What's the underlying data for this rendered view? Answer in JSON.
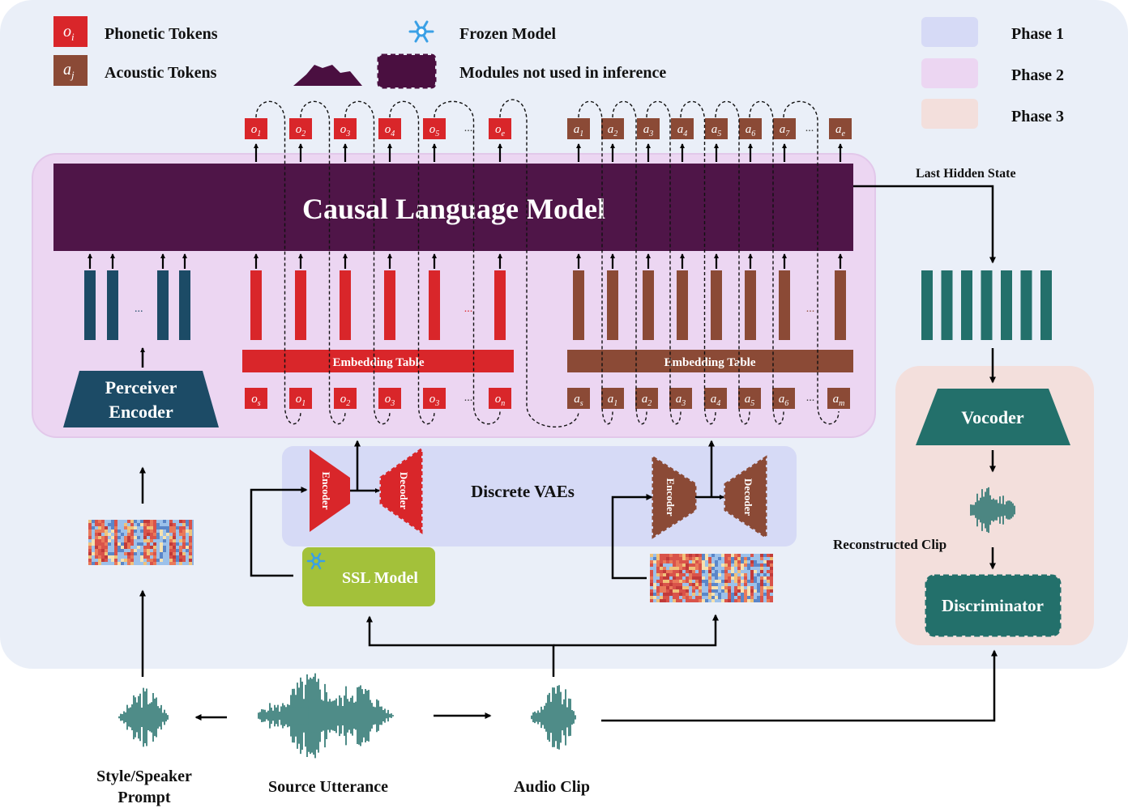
{
  "legend": {
    "phonetic_symbol": "o",
    "phonetic_sub": "i",
    "phonetic_label": "Phonetic Tokens",
    "acoustic_symbol": "a",
    "acoustic_sub": "j",
    "acoustic_label": "Acoustic Tokens",
    "frozen_label": "Frozen Model",
    "not_used_label": "Modules not used in inference",
    "phases": [
      "Phase 1",
      "Phase 2",
      "Phase 3"
    ]
  },
  "colors": {
    "phase1": "#d6daf6",
    "phase2": "#ecd6f2",
    "phase3": "#f3dfdc",
    "background": "#eaeff8",
    "phonetic": "#d9262a",
    "acoustic": "#8b4a36",
    "lm": "#4f1548",
    "perceiver": "#1c4b66",
    "teal": "#23706b",
    "ssl": "#a3c13a"
  },
  "lm": {
    "title": "Causal Language Model"
  },
  "last_hidden_state": "Last Hidden State",
  "perceiver": {
    "line1": "Perceiver",
    "line2": "Encoder"
  },
  "embedding_tables": [
    "Embedding Table",
    "Embedding Table"
  ],
  "output_tokens": {
    "phonetic": [
      {
        "base": "o",
        "sub": "1"
      },
      {
        "base": "o",
        "sub": "2"
      },
      {
        "base": "o",
        "sub": "3"
      },
      {
        "base": "o",
        "sub": "4"
      },
      {
        "base": "o",
        "sub": "5"
      },
      {
        "base": "o",
        "sub": "e"
      }
    ],
    "acoustic": [
      {
        "base": "a",
        "sub": "1"
      },
      {
        "base": "a",
        "sub": "2"
      },
      {
        "base": "a",
        "sub": "3"
      },
      {
        "base": "a",
        "sub": "4"
      },
      {
        "base": "a",
        "sub": "5"
      },
      {
        "base": "a",
        "sub": "6"
      },
      {
        "base": "a",
        "sub": "7"
      },
      {
        "base": "a",
        "sub": "e"
      }
    ]
  },
  "input_tokens": {
    "phonetic": [
      {
        "base": "o",
        "sub": "s"
      },
      {
        "base": "o",
        "sub": "1"
      },
      {
        "base": "o",
        "sub": "2"
      },
      {
        "base": "o",
        "sub": "3"
      },
      {
        "base": "o",
        "sub": "3"
      },
      {
        "base": "o",
        "sub": "n"
      }
    ],
    "acoustic": [
      {
        "base": "a",
        "sub": "s"
      },
      {
        "base": "a",
        "sub": "1"
      },
      {
        "base": "a",
        "sub": "2"
      },
      {
        "base": "a",
        "sub": "3"
      },
      {
        "base": "a",
        "sub": "4"
      },
      {
        "base": "a",
        "sub": "5"
      },
      {
        "base": "a",
        "sub": "6"
      },
      {
        "base": "a",
        "sub": "m"
      }
    ]
  },
  "ellipsis": "...",
  "vae": {
    "title": "Discrete VAEs",
    "encoder": "Encoder",
    "decoder": "Decoder"
  },
  "ssl_model": "SSL Model",
  "vocoder": "Vocoder",
  "reconstructed_clip": "Reconstructed Clip",
  "discriminator": "Discriminator",
  "bottom": {
    "style_prompt_line1": "Style/Speaker",
    "style_prompt_line2": "Prompt",
    "source_utterance": "Source Utterance",
    "audio_clip": "Audio Clip"
  }
}
